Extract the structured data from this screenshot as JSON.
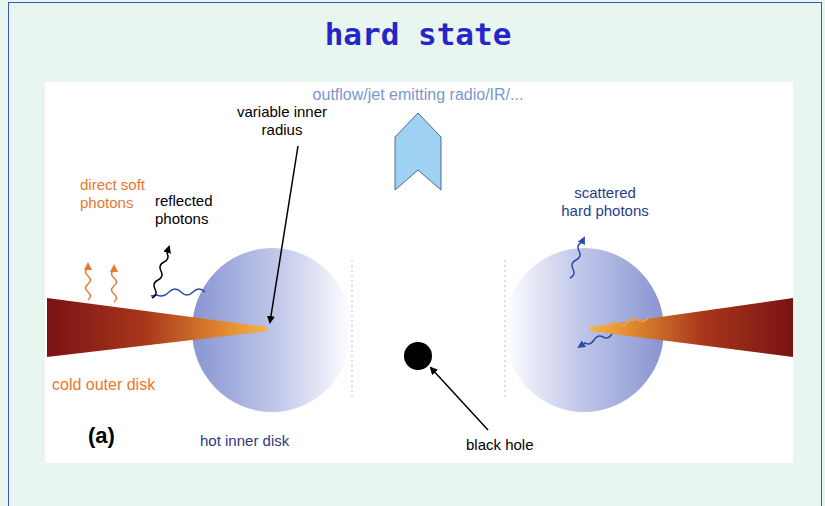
{
  "diagram": {
    "title": "hard state",
    "labels": [
      "outflow/jet emitting radio/IR/...",
      "variable inner radius",
      "direct soft photons",
      "reflected photons",
      "scattered hard photons",
      "cold outer disk",
      "hot inner disk",
      "black hole",
      "(a)"
    ]
  }
}
